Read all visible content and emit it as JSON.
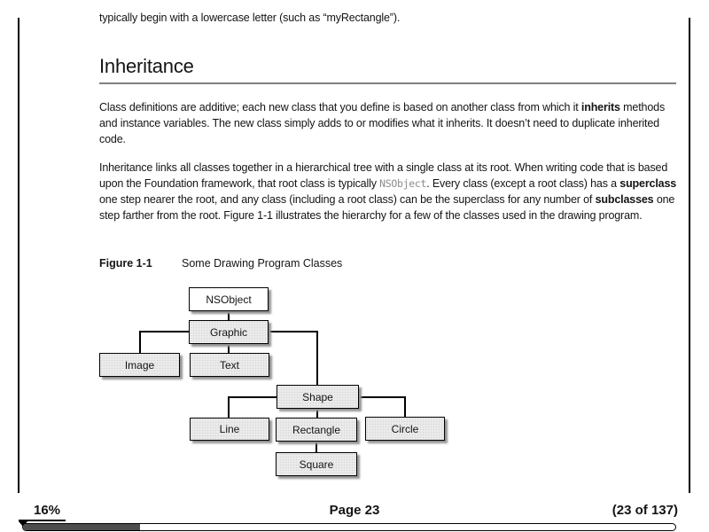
{
  "document": {
    "top_text": "typically begin with a lowercase letter (such as “myRectangle”).",
    "heading": "Inheritance",
    "paragraphs": [
      {
        "segments": [
          {
            "t": "Class definitions are additive; each new class that you define is based on another class from which it ",
            "s": ""
          },
          {
            "t": "inherits",
            "s": "b"
          },
          {
            "t": " methods and instance variables. The new class simply adds to or modifies what it inherits. It doesn’t need to duplicate inherited code.",
            "s": ""
          }
        ]
      },
      {
        "segments": [
          {
            "t": "Inheritance links all classes together in a hierarchical tree with a single class at its root. When writing code that is based upon the Foundation framework, that root class is typically ",
            "s": ""
          },
          {
            "t": "NSObject",
            "s": "c"
          },
          {
            "t": ". Every class (except a root class) has a ",
            "s": ""
          },
          {
            "t": "superclass",
            "s": "b"
          },
          {
            "t": " one step nearer the root, and any class (including a root class) can be the superclass for any number of ",
            "s": ""
          },
          {
            "t": "subclasses",
            "s": "b"
          },
          {
            "t": " one step farther from the root. Figure 1-1 illustrates the hierarchy for a few of the classes used in the drawing program.",
            "s": ""
          }
        ]
      }
    ]
  },
  "figure": {
    "label": "Figure 1-1",
    "title": "Some Drawing Program Classes"
  },
  "diagram": {
    "nodes": {
      "nsobject": {
        "label": "NSObject"
      },
      "graphic": {
        "label": "Graphic"
      },
      "image": {
        "label": "Image"
      },
      "text": {
        "label": "Text"
      },
      "shape": {
        "label": "Shape"
      },
      "line": {
        "label": "Line"
      },
      "rectangle": {
        "label": "Rectangle"
      },
      "circle": {
        "label": "Circle"
      },
      "square": {
        "label": "Square"
      }
    }
  },
  "statusbar": {
    "percent": "16%",
    "page_label": "Page 23",
    "count_label": "(23 of 137)",
    "progress_percent": 18
  },
  "colors": {
    "text": "#141414",
    "rule": "#808080",
    "code_text": "#8c8c8c",
    "box_fill": "#eaeaea",
    "box_dot": "#cfcfcf",
    "shadow": "#949494",
    "progress_fill": "#4d4d4d"
  }
}
